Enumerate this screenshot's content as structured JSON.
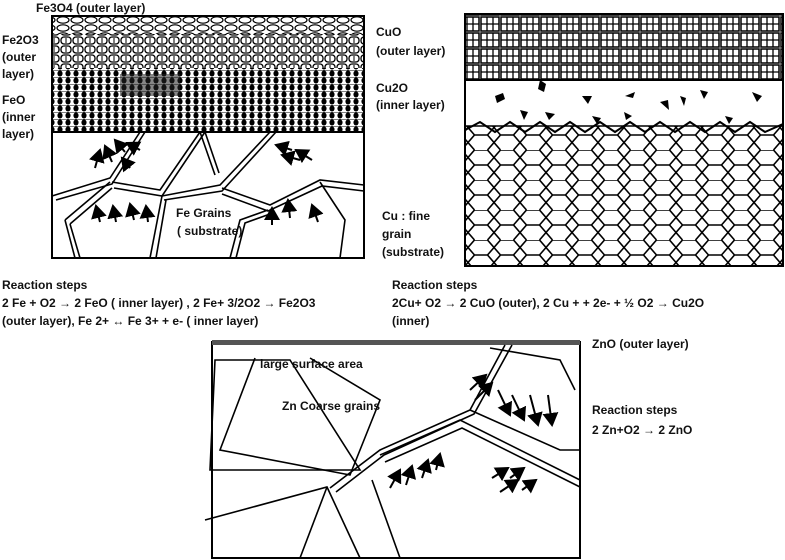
{
  "fe": {
    "fe3o4": "Fe3O4 (outer layer)",
    "fe2o3_l1": "Fe2O3",
    "fe2o3_l2": "(outer",
    "fe2o3_l3": "layer)",
    "feo_l1": "FeO",
    "feo_l2": "(inner",
    "feo_l3": "layer)",
    "grain_l1": "Fe Grains",
    "grain_l2": "( substrate)"
  },
  "cu": {
    "cuo_l1": "CuO",
    "cuo_l2": "(outer layer)",
    "cu2o_l1": "Cu2O",
    "cu2o_l2": "(inner layer)",
    "sub_l1": "Cu : fine",
    "sub_l2": "grain",
    "sub_l3": "(substrate)"
  },
  "reactions_fe": {
    "title": "Reaction steps",
    "line1": "2 Fe + O2 → 2 FeO ( inner layer) , 2 Fe+ 3/2O2 → Fe2O3",
    "line2": "(outer layer), Fe 2+ ↔ Fe 3+ + e- ( inner layer)"
  },
  "reactions_cu": {
    "title": "Reaction steps",
    "line1": "2Cu+ O2 → 2 CuO (outer), 2 Cu + + 2e- + ½ O2 → Cu2O",
    "line2": "(inner)"
  },
  "zn": {
    "zno": "ZnO (outer layer)",
    "area": "large surface area",
    "grains": "Zn Coarse grains",
    "rx_title": "Reaction steps",
    "rx_line": "2 Zn+O2 → 2 ZnO"
  }
}
